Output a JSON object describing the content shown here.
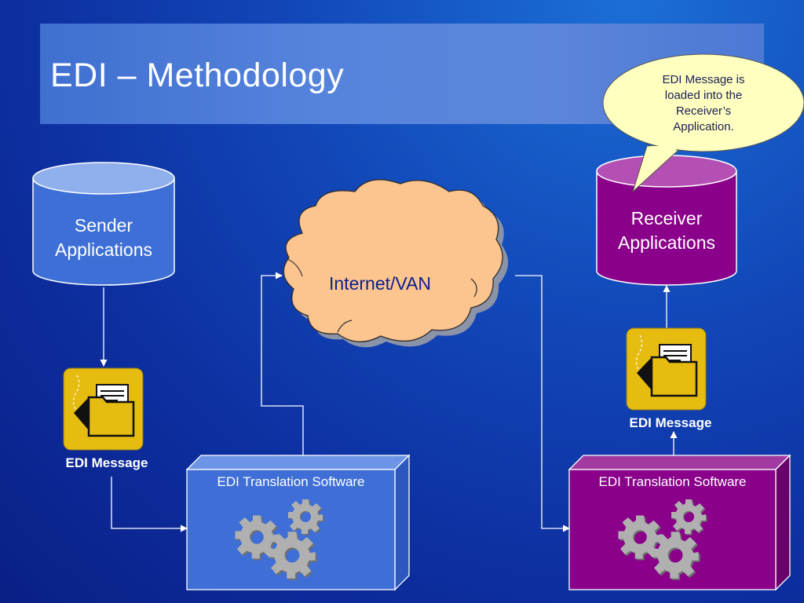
{
  "slide": {
    "title": "EDI – Methodology",
    "callout": {
      "lines": [
        "EDI Message is",
        "loaded into the",
        "Receiver’s",
        "Application."
      ]
    },
    "sender": {
      "line1": "Sender",
      "line2": "Applications"
    },
    "receiver": {
      "line1": "Receiver",
      "line2": "Applications"
    },
    "network": {
      "label": "Internet/VAN"
    },
    "sender_message": {
      "label": "EDI Message"
    },
    "receiver_message": {
      "label": "EDI Message"
    },
    "sender_translation": {
      "label": "EDI Translation Software"
    },
    "receiver_translation": {
      "label": "EDI Translation Software"
    }
  },
  "colors": {
    "title_bar": "#5684dc",
    "sender_cylinder": "#3e6fd6",
    "receiver_cylinder": "#8a008a",
    "cloud": "#fcc48e",
    "message_icon_bg": "#e6bc10",
    "callout_bg": "#ffffc0",
    "gear": "#a9a9a9"
  },
  "icons": [
    "folder-document-icon",
    "gear-icon"
  ]
}
